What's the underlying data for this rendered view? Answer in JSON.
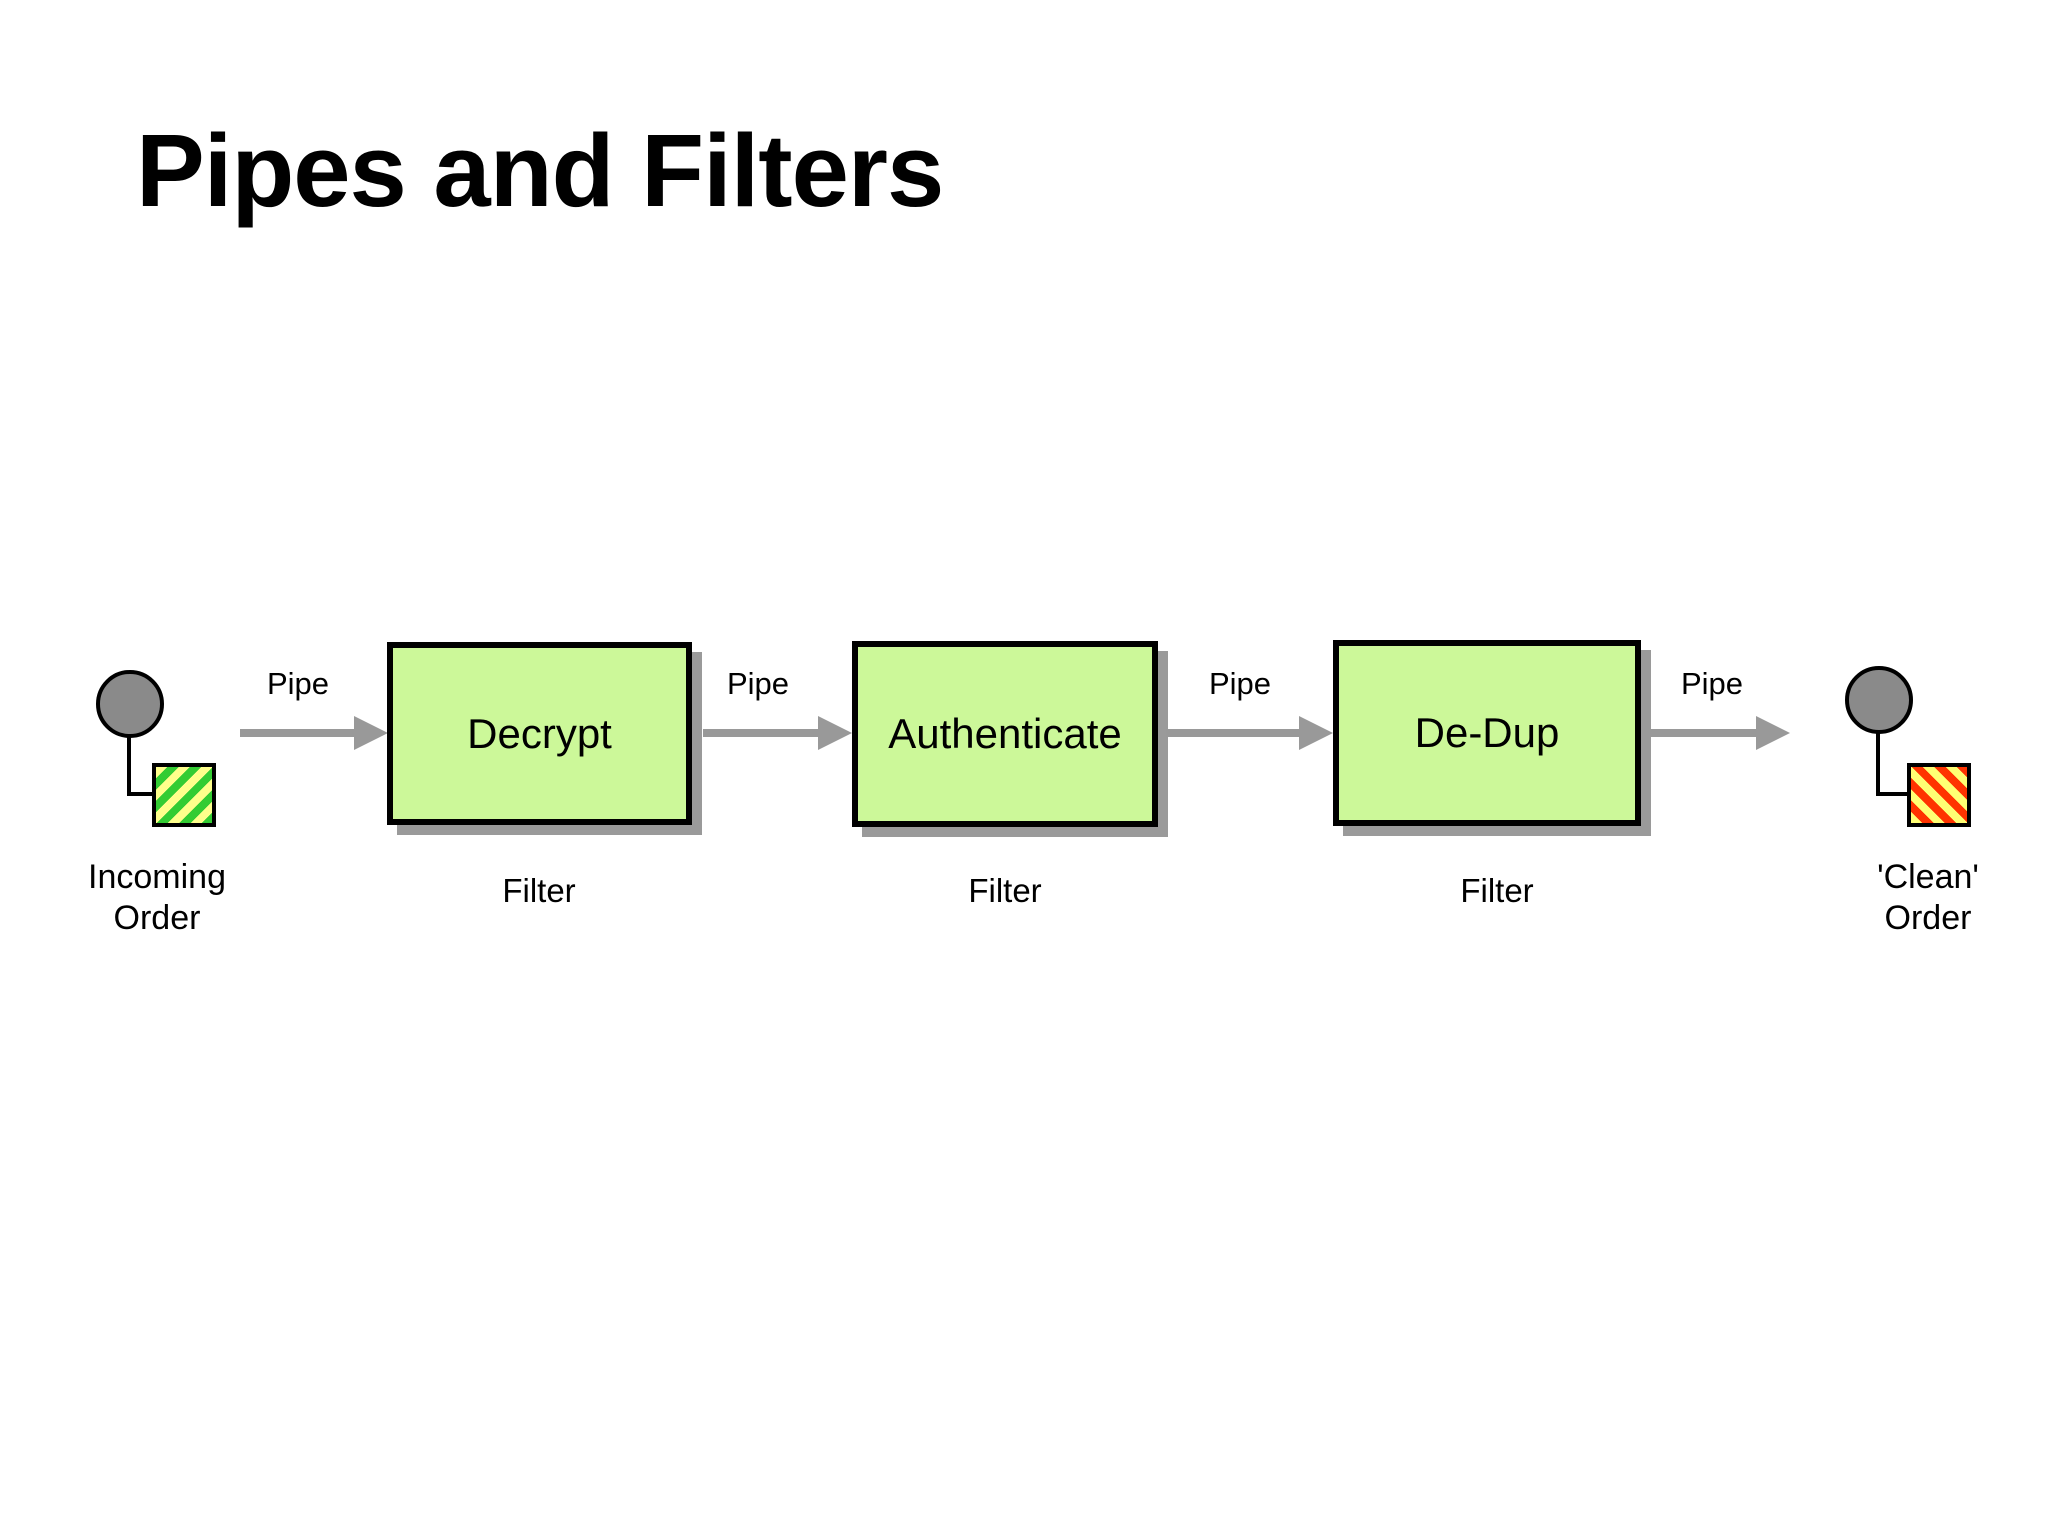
{
  "slide": {
    "title": "Pipes and Filters"
  },
  "colors": {
    "background": "#ffffff",
    "title_text": "#000000",
    "filter_fill": "#ccf899",
    "filter_border": "#000000",
    "box_shadow": "#9a9a9a",
    "pipe_gray": "#999999",
    "endpoint_circle_fill": "#8a8a8a",
    "incoming_square_yellow": "#ffff8c",
    "incoming_square_green": "#33cc33",
    "clean_square_yellow": "#ffff73",
    "clean_square_red": "#ff3300"
  },
  "diagram": {
    "source": {
      "label_line1": "Incoming",
      "label_line2": "Order"
    },
    "sink": {
      "label_line1": "'Clean'",
      "label_line2": "Order"
    },
    "filters": [
      {
        "name": "Decrypt",
        "label": "Filter"
      },
      {
        "name": "Authenticate",
        "label": "Filter"
      },
      {
        "name": "De-Dup",
        "label": "Filter"
      }
    ],
    "pipes": [
      {
        "label": "Pipe"
      },
      {
        "label": "Pipe"
      },
      {
        "label": "Pipe"
      },
      {
        "label": "Pipe"
      }
    ]
  }
}
